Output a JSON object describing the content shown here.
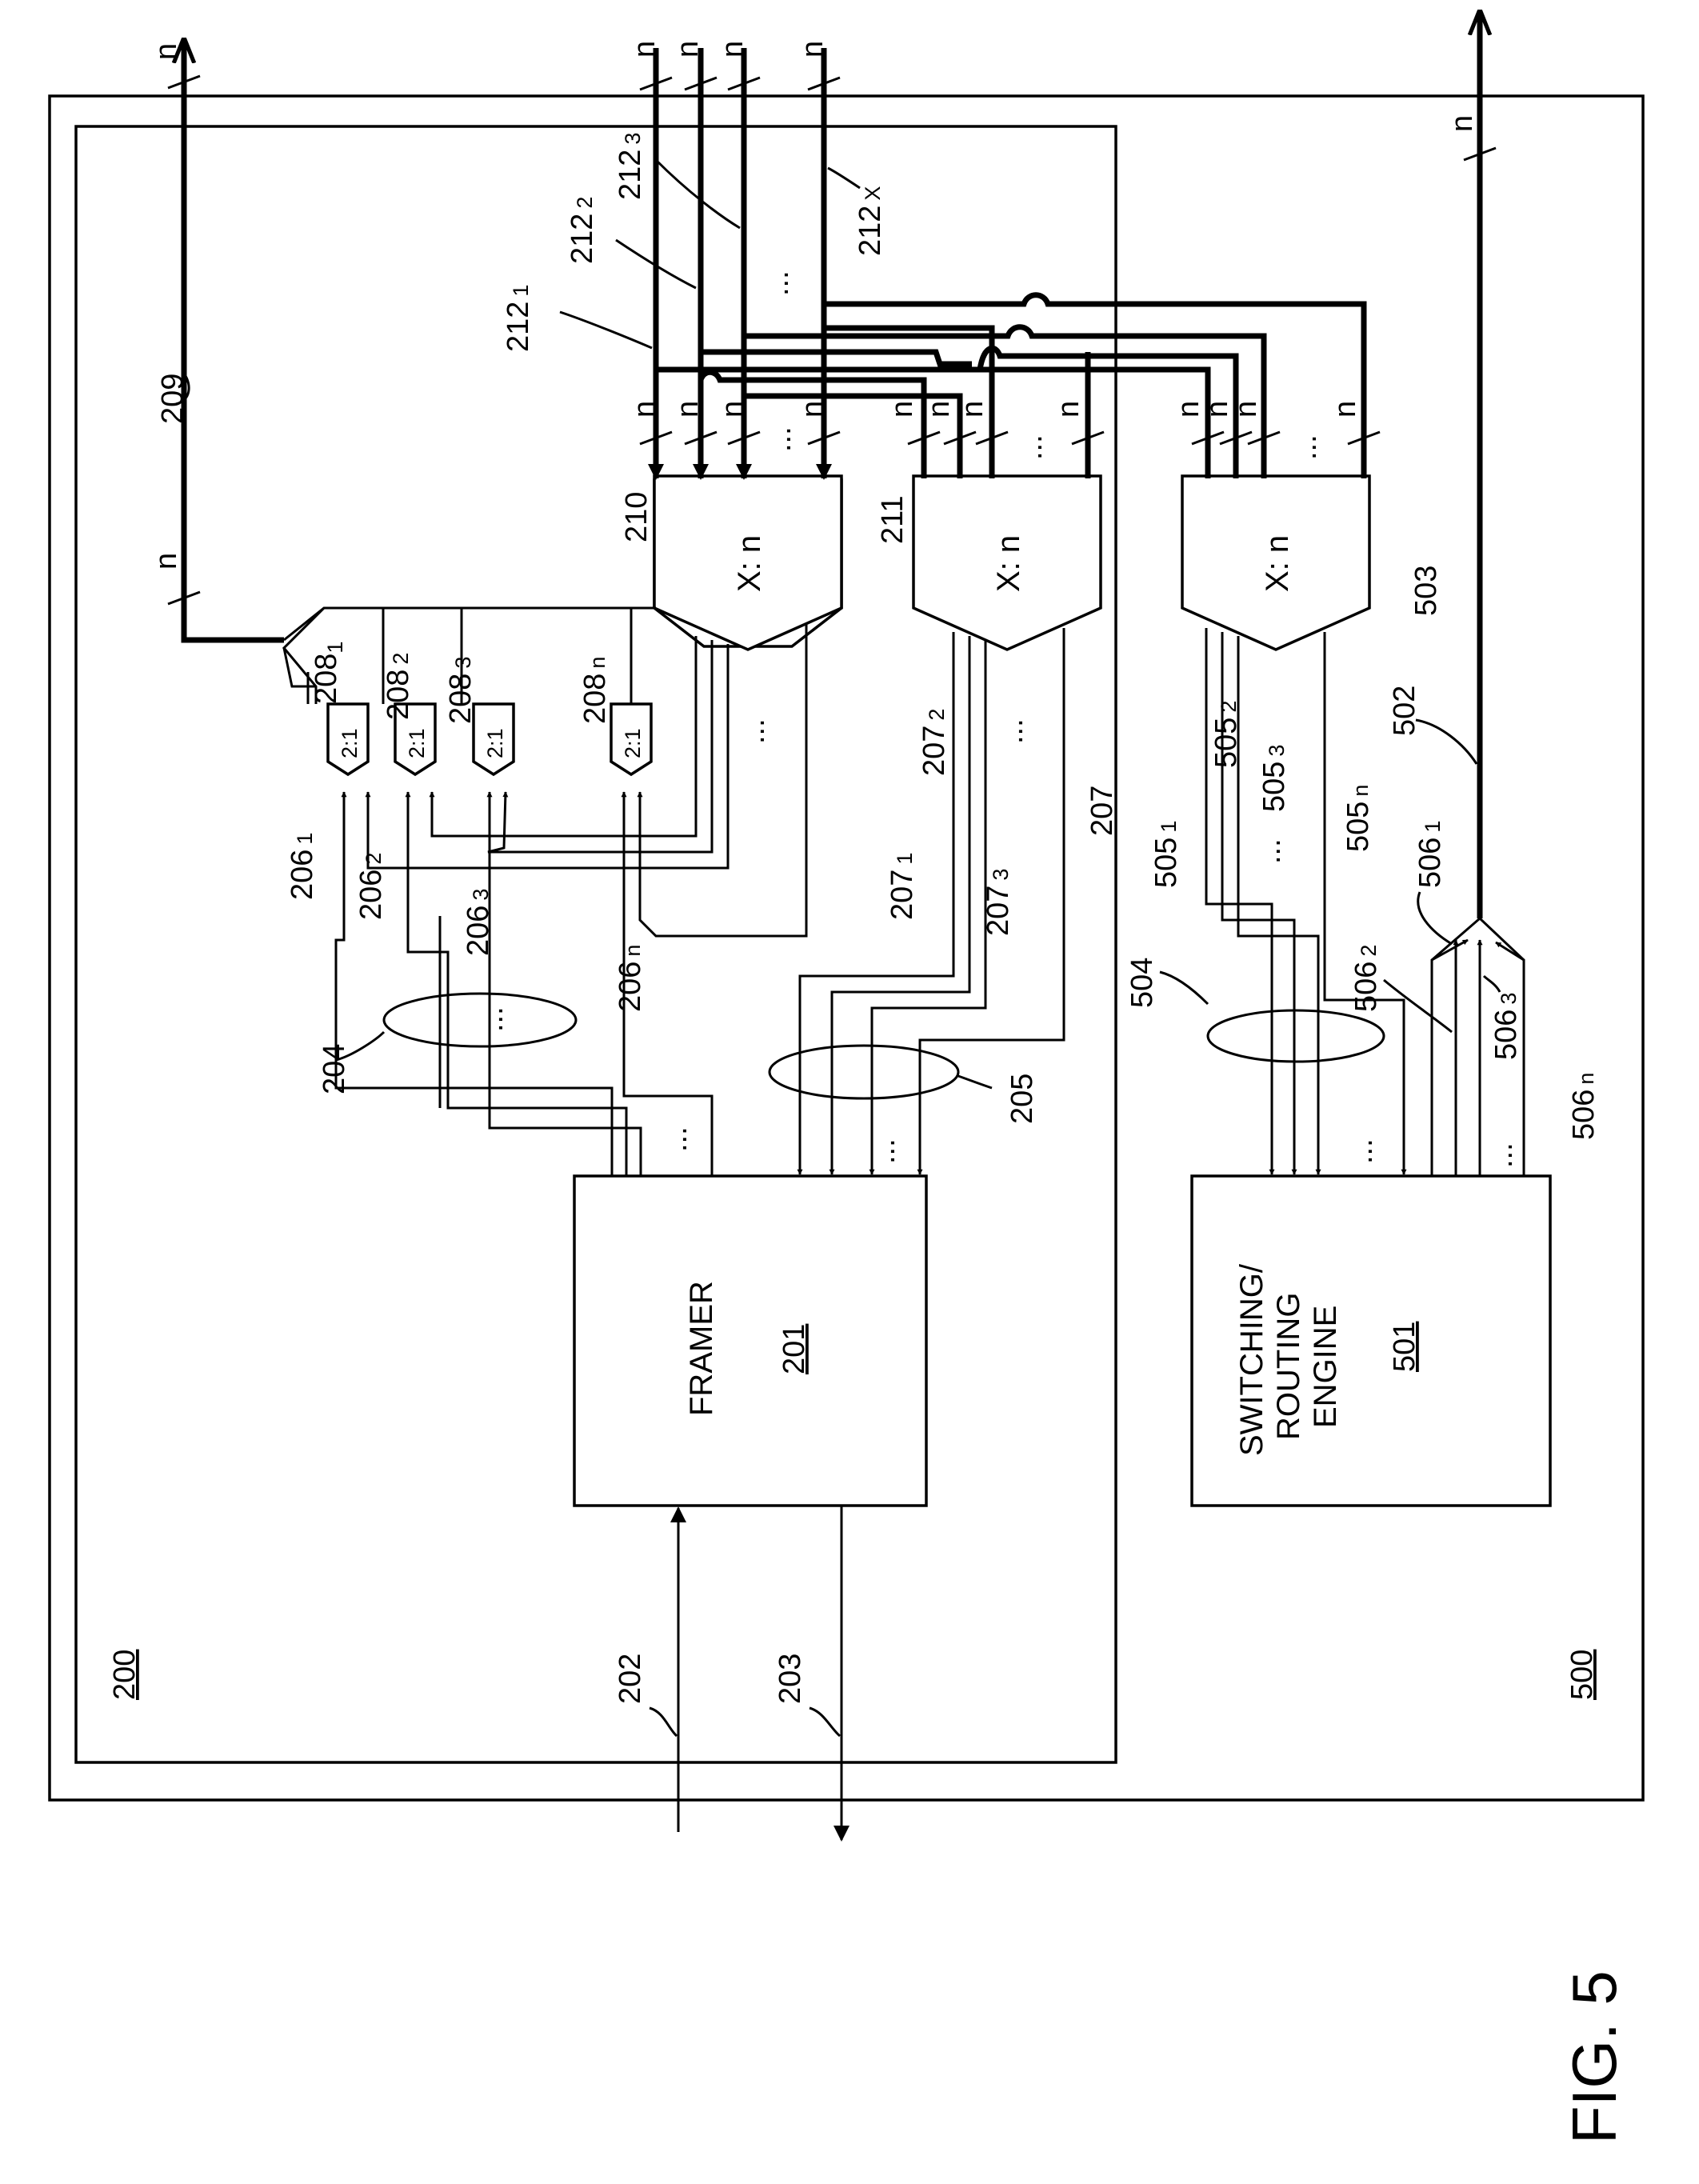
{
  "figure": {
    "caption": "FIG. 5"
  },
  "frames": {
    "outer": "500",
    "inner": "200"
  },
  "blocks": {
    "framer": {
      "name": "FRAMER",
      "ref": "201"
    },
    "engine": {
      "line1": "SWITCHING/",
      "line2": "ROUTING",
      "line3": "ENGINE",
      "ref": "501"
    },
    "mux_210": {
      "label": "X: n",
      "ref": "210"
    },
    "mux_211": {
      "label": "X: n",
      "ref": "211"
    },
    "mux_503": {
      "label": "X: n",
      "ref": "503"
    },
    "sel": {
      "label": "2:1",
      "ref1": "208",
      "sub1": "1",
      "ref2": "208",
      "sub2": "2",
      "ref3": "208",
      "sub3": "3",
      "refn": "208",
      "subn": "n"
    }
  },
  "signals": {
    "in_202": "202",
    "out_203": "203",
    "bundle_204": "204",
    "bundle_205": "205",
    "bundle_504": "504",
    "out_209": "209",
    "out_502": "502",
    "l206_1": {
      "ref": "206",
      "sub": "1"
    },
    "l206_2": {
      "ref": "206",
      "sub": "2"
    },
    "l206_3": {
      "ref": "206",
      "sub": "3"
    },
    "l206_n": {
      "ref": "206",
      "sub": "n"
    },
    "l207_1": {
      "ref": "207",
      "sub": "1"
    },
    "l207_2": {
      "ref": "207",
      "sub": "2"
    },
    "l207_3": {
      "ref": "207",
      "sub": "3"
    },
    "l207_x": "207",
    "l505_1": {
      "ref": "505",
      "sub": "1"
    },
    "l505_2": {
      "ref": "505",
      "sub": "2"
    },
    "l505_3": {
      "ref": "505",
      "sub": "3"
    },
    "l505_n": {
      "ref": "505",
      "sub": "n"
    },
    "l506_1": {
      "ref": "506",
      "sub": "1"
    },
    "l506_2": {
      "ref": "506",
      "sub": "2"
    },
    "l506_3": {
      "ref": "506",
      "sub": "3"
    },
    "l506_n": {
      "ref": "506",
      "sub": "n"
    },
    "b212_1": {
      "ref": "212",
      "sub": "1"
    },
    "b212_2": {
      "ref": "212",
      "sub": "2"
    },
    "b212_3": {
      "ref": "212",
      "sub": "3"
    },
    "b212_x": {
      "ref": "212",
      "sub": "X"
    }
  },
  "bus_width": "n",
  "ellipsis": "..."
}
